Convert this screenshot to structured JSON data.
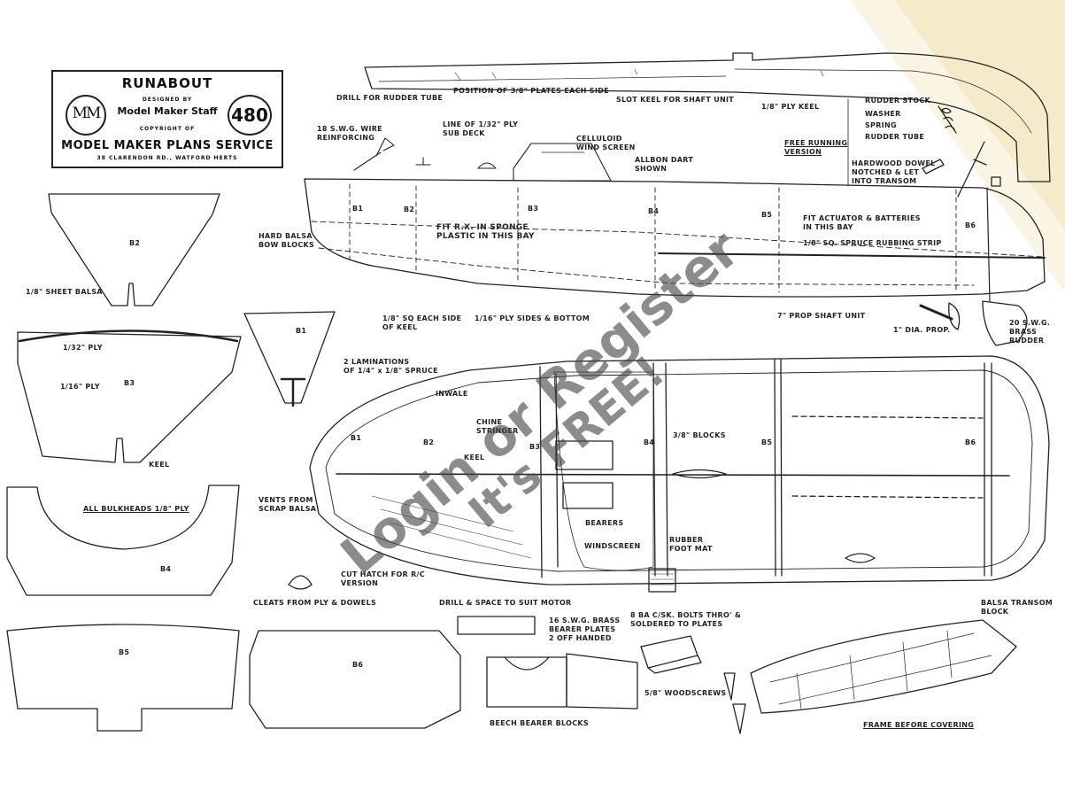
{
  "title_block": {
    "title": "RUNABOUT",
    "designed_by": "DESIGNED BY",
    "logo_text": "MM",
    "designer": "Model Maker Staff",
    "copyright": "COPYRIGHT OF",
    "service": "MODEL MAKER PLANS SERVICE",
    "address": "38 CLARENDON RD., WATFORD HERTS",
    "plan_number": "480"
  },
  "labels": {
    "drill_rudder_tube": "DRILL FOR RUDDER TUBE",
    "position_plates": "POSITION OF 3/8\" PLATES EACH SIDE",
    "slot_keel": "SLOT KEEL FOR SHAFT UNIT",
    "ply_keel": "1/8\" PLY KEEL",
    "rudder_stock": "RUDDER STOCK",
    "washer": "WASHER",
    "spring": "SPRING",
    "rudder_tube": "RUDDER TUBE",
    "free_running": "FREE RUNNING\nVERSION",
    "hardwood_dowel": "HARDWOOD DOWEL\nNOTCHED & LET\nINTO TRANSOM",
    "wire_reinforcing": "18 S.W.G. WIRE\nREINFORCING",
    "sub_deck": "LINE OF 1/32\" PLY\nSUB DECK",
    "celluloid": "CELLULOID\nWIND SCREEN",
    "allbon": "ALLBON DART\nSHOWN",
    "hard_balsa": "HARD BALSA\nBOW BLOCKS",
    "fit_rx": "FIT R.X. IN SPONGE\nPLASTIC IN THIS BAY",
    "fit_actuator": "FIT ACTUATOR & BATTERIES\nIN THIS BAY",
    "rubbing_strip": "1/8\" SQ. SPRUCE RUBBING STRIP",
    "sq_each_side": "1/8\" SQ EACH SIDE\nOF KEEL",
    "ply_sides": "1/16\" PLY SIDES & BOTTOM",
    "prop_shaft": "7\" PROP SHAFT UNIT",
    "dia_prop": "1\" DIA. PROP.",
    "brass_rudder": "20 S.W.G.\nBRASS\nRUDDER",
    "sheet_balsa": "1/8\" SHEET BALSA",
    "ply_132": "1/32\" PLY",
    "ply_116": "1/16\" PLY",
    "keel": "KEEL",
    "all_bulkheads": "ALL BULKHEADS 1/8\" PLY",
    "laminations": "2 LAMINATIONS\nOF 1/4\" x 1/8\" SPRUCE",
    "inwale": "INWALE",
    "chine_stringer": "CHINE\nSTRINGER",
    "keel_plan": "KEEL",
    "blocks_38": "3/8\" BLOCKS",
    "bearers": "BEARERS",
    "windscreen": "WINDSCREEN",
    "rubber_mat": "RUBBER\nFOOT MAT",
    "vents": "VENTS FROM\nSCRAP BALSA",
    "cut_hatch": "CUT HATCH FOR R/C\nVERSION",
    "cleats": "CLEATS FROM PLY & DOWELS",
    "drill_space": "DRILL & SPACE TO SUIT MOTOR",
    "brass_bearer": "16 S.W.G. BRASS\nBEARER PLATES\n2 OFF HANDED",
    "ba_bolts": "8 BA C/SK. BOLTS THRO' &\nSOLDERED TO PLATES",
    "woodscrews": "5/8\" WOODSCREWS",
    "beech_blocks": "BEECH BEARER BLOCKS",
    "balsa_transom": "BALSA TRANSOM\nBLOCK",
    "frame_before": "FRAME BEFORE COVERING"
  },
  "bulkhead_labels": {
    "side": [
      "B1",
      "B2",
      "B3",
      "B4",
      "B5",
      "B6"
    ],
    "plan": [
      "B1",
      "B2",
      "B3",
      "B4",
      "B5",
      "B6"
    ],
    "templates": [
      "B2",
      "B3",
      "B1",
      "B4",
      "B5",
      "B6"
    ]
  },
  "watermark": {
    "line1": "Login or Register",
    "line2": "It's FREE!"
  }
}
